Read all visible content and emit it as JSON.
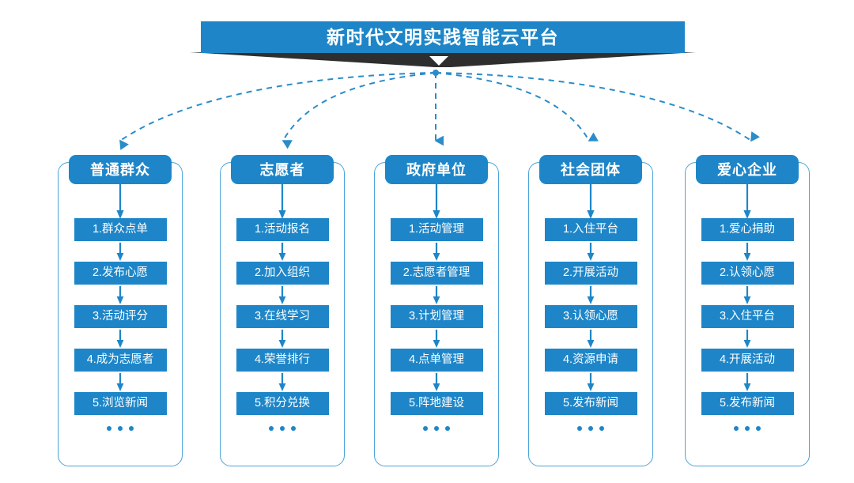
{
  "colors": {
    "brand_blue": "#1e86c8",
    "frame_blue": "#4aa3d8",
    "ribbon_dark": "#2e2e2e",
    "background": "#ffffff"
  },
  "header": {
    "title": "新时代文明实践智能云平台",
    "chevron_icon": "chevron-down-icon"
  },
  "columns": [
    {
      "title": "普通群众",
      "items": [
        "1.群众点单",
        "2.发布心愿",
        "3.活动评分",
        "4.成为志愿者",
        "5.浏览新闻"
      ],
      "ellipsis": "..."
    },
    {
      "title": "志愿者",
      "items": [
        "1.活动报名",
        "2.加入组织",
        "3.在线学习",
        "4.荣誉排行",
        "5.积分兑换"
      ],
      "ellipsis": "..."
    },
    {
      "title": "政府单位",
      "items": [
        "1.活动管理",
        "2.志愿者管理",
        "3.计划管理",
        "4.点单管理",
        "5.阵地建设"
      ],
      "ellipsis": "..."
    },
    {
      "title": "社会团体",
      "items": [
        "1.入住平台",
        "2.开展活动",
        "3.认领心愿",
        "4.资源申请",
        "5.发布新闻"
      ],
      "ellipsis": "..."
    },
    {
      "title": "爱心企业",
      "items": [
        "1.爱心捐助",
        "2.认领心愿",
        "3.入住平台",
        "4.开展活动",
        "5.发布新闻"
      ],
      "ellipsis": "..."
    }
  ]
}
